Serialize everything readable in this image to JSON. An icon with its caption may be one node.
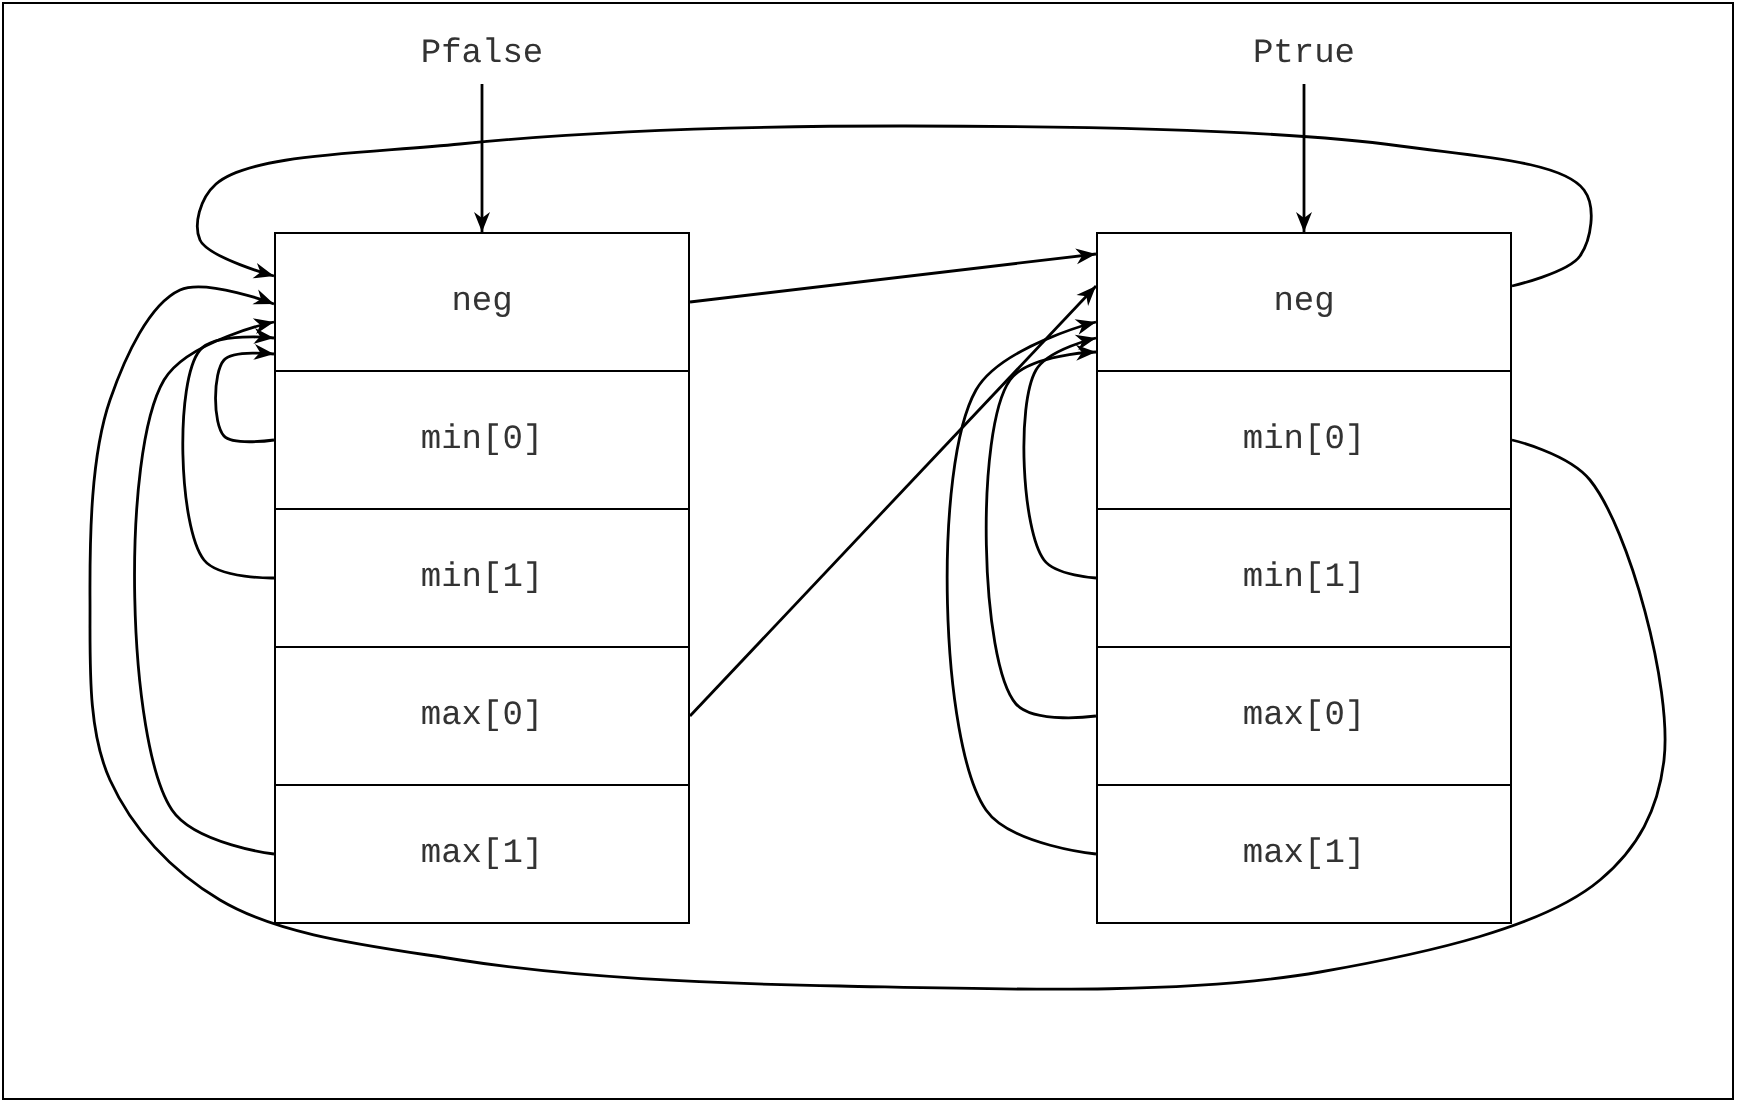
{
  "diagram": {
    "nodes": [
      {
        "text": [
          "Pfalse"
        ]
      },
      {
        "text": [
          "neg"
        ]
      },
      {
        "text": [
          "min[0]"
        ]
      },
      {
        "text": [
          "min[1]"
        ]
      },
      {
        "text": [
          "max[0]"
        ]
      },
      {
        "text": [
          "max[1]"
        ]
      },
      {
        "text": [
          "Ptrue"
        ]
      },
      {
        "text": [
          "neg"
        ]
      },
      {
        "text": [
          "min[0]"
        ]
      },
      {
        "text": [
          "min[1]"
        ]
      },
      {
        "text": [
          "max[0]"
        ]
      },
      {
        "text": [
          "max[1]"
        ]
      }
    ],
    "edges": [
      {
        "from": 0,
        "to": 1,
        "arrow": "to"
      },
      {
        "from": 6,
        "to": 7,
        "arrow": "to"
      },
      {
        "from": 2,
        "to": 1,
        "arrow": "to"
      },
      {
        "from": 3,
        "to": 1,
        "arrow": "to"
      },
      {
        "from": 5,
        "to": 1,
        "arrow": "to"
      },
      {
        "from": 1,
        "to": 7,
        "arrow": "to"
      },
      {
        "from": 4,
        "to": 7,
        "arrow": "to"
      },
      {
        "from": 9,
        "to": 7,
        "arrow": "to"
      },
      {
        "from": 10,
        "to": 7,
        "arrow": "to"
      },
      {
        "from": 11,
        "to": 7,
        "arrow": "to"
      },
      {
        "from": 7,
        "to": 1,
        "arrow": "to"
      },
      {
        "from": 8,
        "to": 1,
        "arrow": "to"
      }
    ]
  }
}
